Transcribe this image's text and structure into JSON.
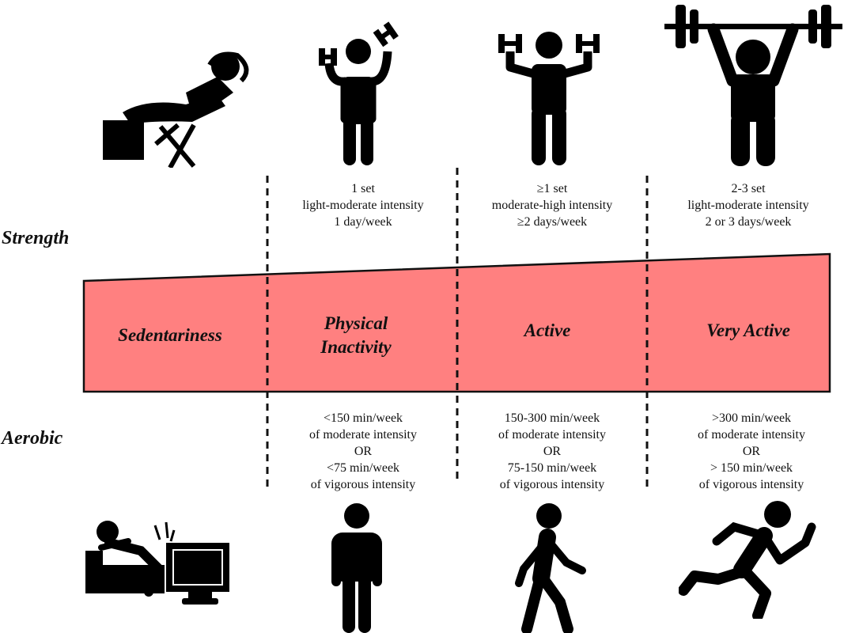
{
  "labels": {
    "strength": "Strength",
    "aerobic": "Aerobic"
  },
  "categories": [
    {
      "line1": "Sedentariness",
      "line2": ""
    },
    {
      "line1": "Physical",
      "line2": "Inactivity"
    },
    {
      "line1": "Active",
      "line2": ""
    },
    {
      "line1": "Very Active",
      "line2": ""
    }
  ],
  "strength_desc": [
    "1 set\nlight-moderate intensity\n1 day/week",
    "≥1 set\nmoderate-high intensity\n≥2 days/week",
    "2-3 set\nlight-moderate intensity\n2 or 3 days/week"
  ],
  "aerobic_desc": [
    "<150 min/week\nof moderate intensity\nOR\n<75 min/week\nof vigorous intensity",
    "150-300 min/week\nof moderate intensity\nOR\n75-150 min/week\nof vigorous intensity",
    ">300 min/week\nof moderate intensity\nOR\n> 150 min/week\nof vigorous intensity"
  ],
  "icons": {
    "top": [
      "reclining-person-icon",
      "person-lifting-dumbbells-icon",
      "person-pressing-dumbbells-icon",
      "person-lifting-barbell-icon"
    ],
    "bottom": [
      "person-on-couch-watching-tv-icon",
      "standing-person-icon",
      "walking-person-icon",
      "running-person-icon"
    ]
  },
  "colors": {
    "band_fill": "#ff8080",
    "band_stroke": "#111111",
    "icon": "#000000"
  }
}
